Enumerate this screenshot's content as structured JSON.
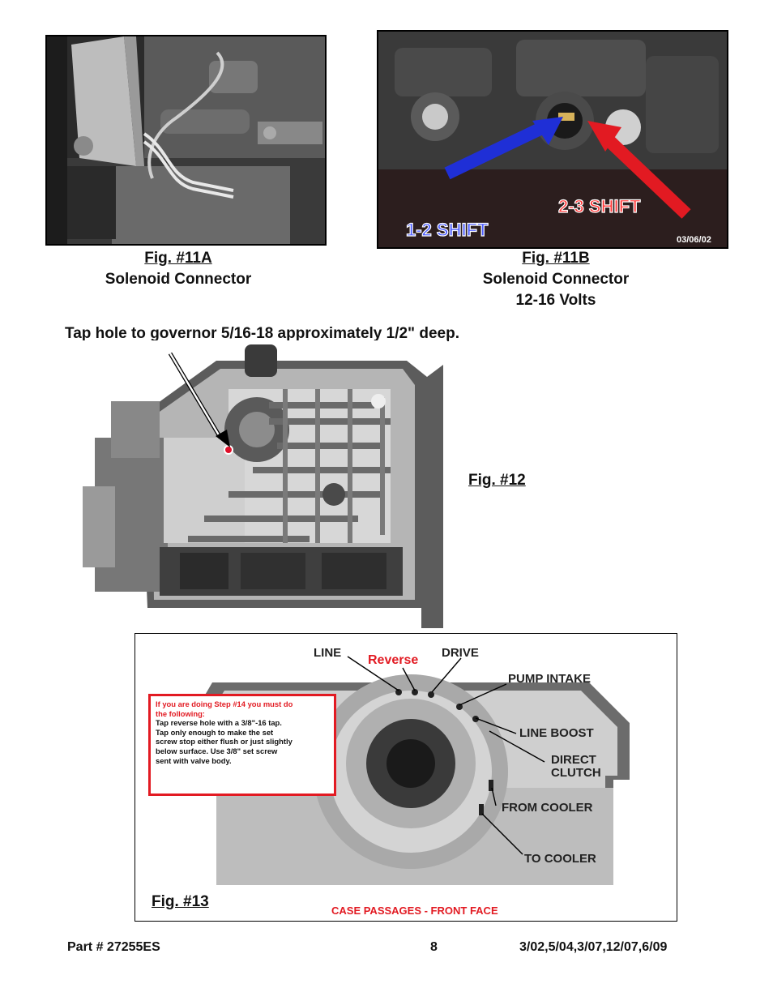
{
  "fig11a": {
    "title": "Fig. #11A",
    "caption": "Solenoid Connector"
  },
  "fig11b": {
    "title": "Fig. #11B",
    "caption": "Solenoid Connector",
    "caption2": "12-16 Volts",
    "photo_labels": {
      "shift12": "1-2 SHIFT",
      "shift23": "2-3 SHIFT",
      "date": "03/06/02"
    },
    "colors": {
      "arrow12": "#1f2fd6",
      "arrow23": "#e21a22"
    }
  },
  "fig12": {
    "title": "Fig. #12",
    "note": "Tap hole to governor 5/16-18 approximately 1/2\" deep.",
    "marker_color": "#e0102a"
  },
  "fig13": {
    "title": "Fig. #13",
    "labels": {
      "line": "LINE",
      "reverse": "Reverse",
      "drive": "DRIVE",
      "pump_intake": "PUMP INTAKE",
      "line_boost": "LINE BOOST",
      "direct": "DIRECT",
      "clutch": "CLUTCH",
      "from_cooler": "FROM COOLER",
      "to_cooler": "TO COOLER",
      "case_passages": "CASE PASSAGES - FRONT FACE"
    },
    "warning": {
      "heading1": "If you are doing Step #14 you must do",
      "heading2": "the following:",
      "line1": "Tap reverse hole with a 3/8\"-16 tap.",
      "line2": "Tap only enough to make the set",
      "line3": "screw stop either flush or just slightly",
      "line4": "below surface. Use 3/8\" set screw",
      "line5": "sent with valve body."
    },
    "colors": {
      "accent_red": "#e21a22"
    }
  },
  "footer": {
    "part": "Part # 27255ES",
    "page": "8",
    "revisions": "3/02,5/04,3/07,12/07,6/09"
  }
}
